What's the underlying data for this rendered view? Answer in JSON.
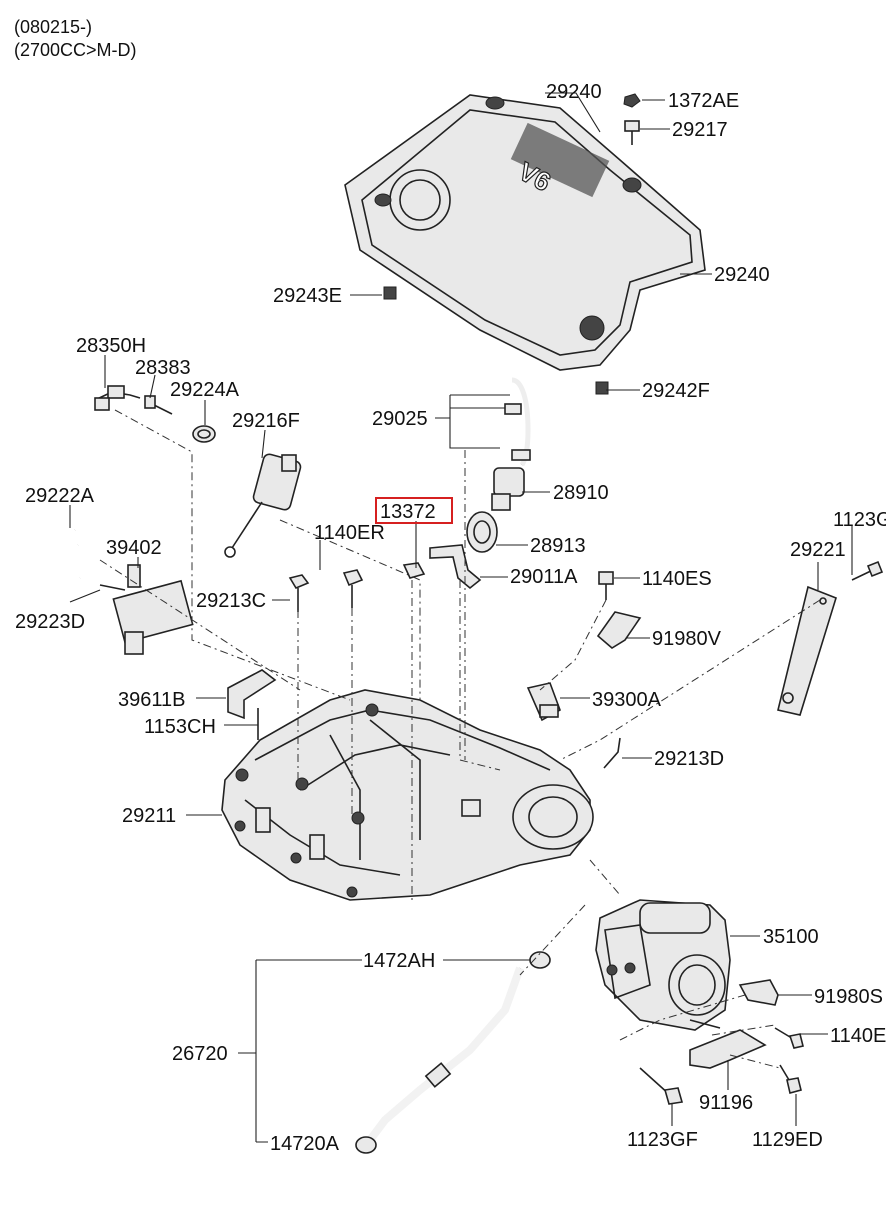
{
  "header": {
    "line1": "(080215-)",
    "line2": "(2700CC>M-D)"
  },
  "highlight_color": "#d62020",
  "engine_cover_badge": "V6",
  "parts": {
    "p29240_top": "29240",
    "p1372AE": "1372AE",
    "p29217": "29217",
    "p29240_side": "29240",
    "p29243E": "29243E",
    "p29242F": "29242F",
    "p28350H": "28350H",
    "p28383": "28383",
    "p29224A": "29224A",
    "p29216F": "29216F",
    "p29025": "29025",
    "p28910": "28910",
    "p13372": "13372",
    "p28913": "28913",
    "p29222A": "29222A",
    "p39402": "39402",
    "p1140ER": "1140ER",
    "p29011A": "29011A",
    "p1123G_top": "1123G",
    "p29221": "29221",
    "p29213C": "29213C",
    "p1140ES": "1140ES",
    "p29223D": "29223D",
    "p91980V": "91980V",
    "p39611B": "39611B",
    "p39300A": "39300A",
    "p1153CH": "1153CH",
    "p29213D": "29213D",
    "p29211": "29211",
    "p35100": "35100",
    "p1472AH": "1472AH",
    "p91980S": "91980S",
    "p26720": "26720",
    "p1140E_b": "1140E",
    "p91196": "91196",
    "p14720A": "14720A",
    "p1123GF": "1123GF",
    "p1129ED": "1129ED"
  }
}
